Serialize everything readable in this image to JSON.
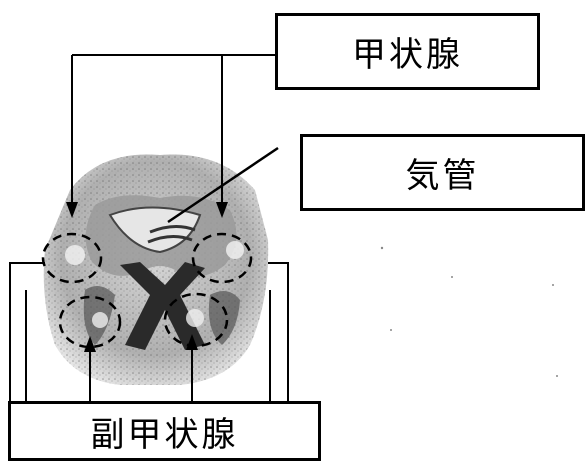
{
  "labels": {
    "thyroid": "甲状腺",
    "trachea": "気管",
    "parathyroid": "副甲状腺"
  },
  "colors": {
    "line": "#000000",
    "photo_gray": "#8a8a8a",
    "photo_light": "#c9c9c9",
    "photo_dark": "#2a2a2a"
  }
}
